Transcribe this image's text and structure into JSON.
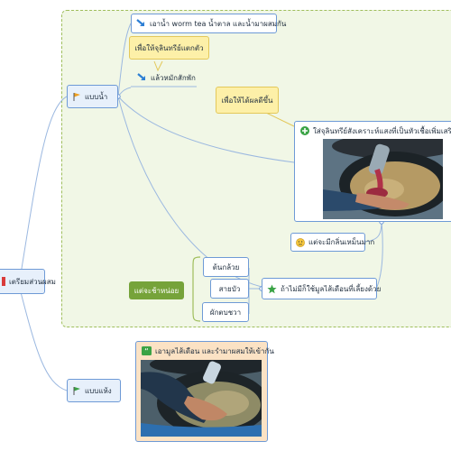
{
  "root": {
    "label": "เตรียมส่วนผสม"
  },
  "wet": {
    "label": "แบบน้ำ",
    "step1": "เอาน้ำ worm tea น้ำตาล และน้ำมาผสมกัน",
    "callout1": "เพื่อให้จุลินทรีย์แตกตัว",
    "step2": "แล้วหมักสักพัก",
    "callout2": "เพื่อให้ได้ผลดีขึ้น",
    "step3": "ใส่จุลินทรีย์สังเคราะห์แสงที่เป็นหัวเชื้อเพิ่มเสริมลงไป",
    "smell_note": "แต่จะมีกลิ่นเหม็นมาก",
    "group_label": "แต่จะช้าหน่อย",
    "items": [
      "ต้นกล้วย",
      "สายบัว",
      "ผักตบชวา"
    ],
    "optional": "ถ้าไม่มีก็ใช้มูลไส้เดือนที่เลี้ยงด้วย"
  },
  "dry": {
    "label": "แบบแห้ง",
    "caption": "เอามูลไส้เดือน และรำมาผสมให้เข้ากัน"
  },
  "colors": {
    "accent_blue": "#6e9ad6",
    "zone_green": "#f1f7e6",
    "callout_yellow": "#fdf0a8",
    "label_green": "#76a33a"
  }
}
